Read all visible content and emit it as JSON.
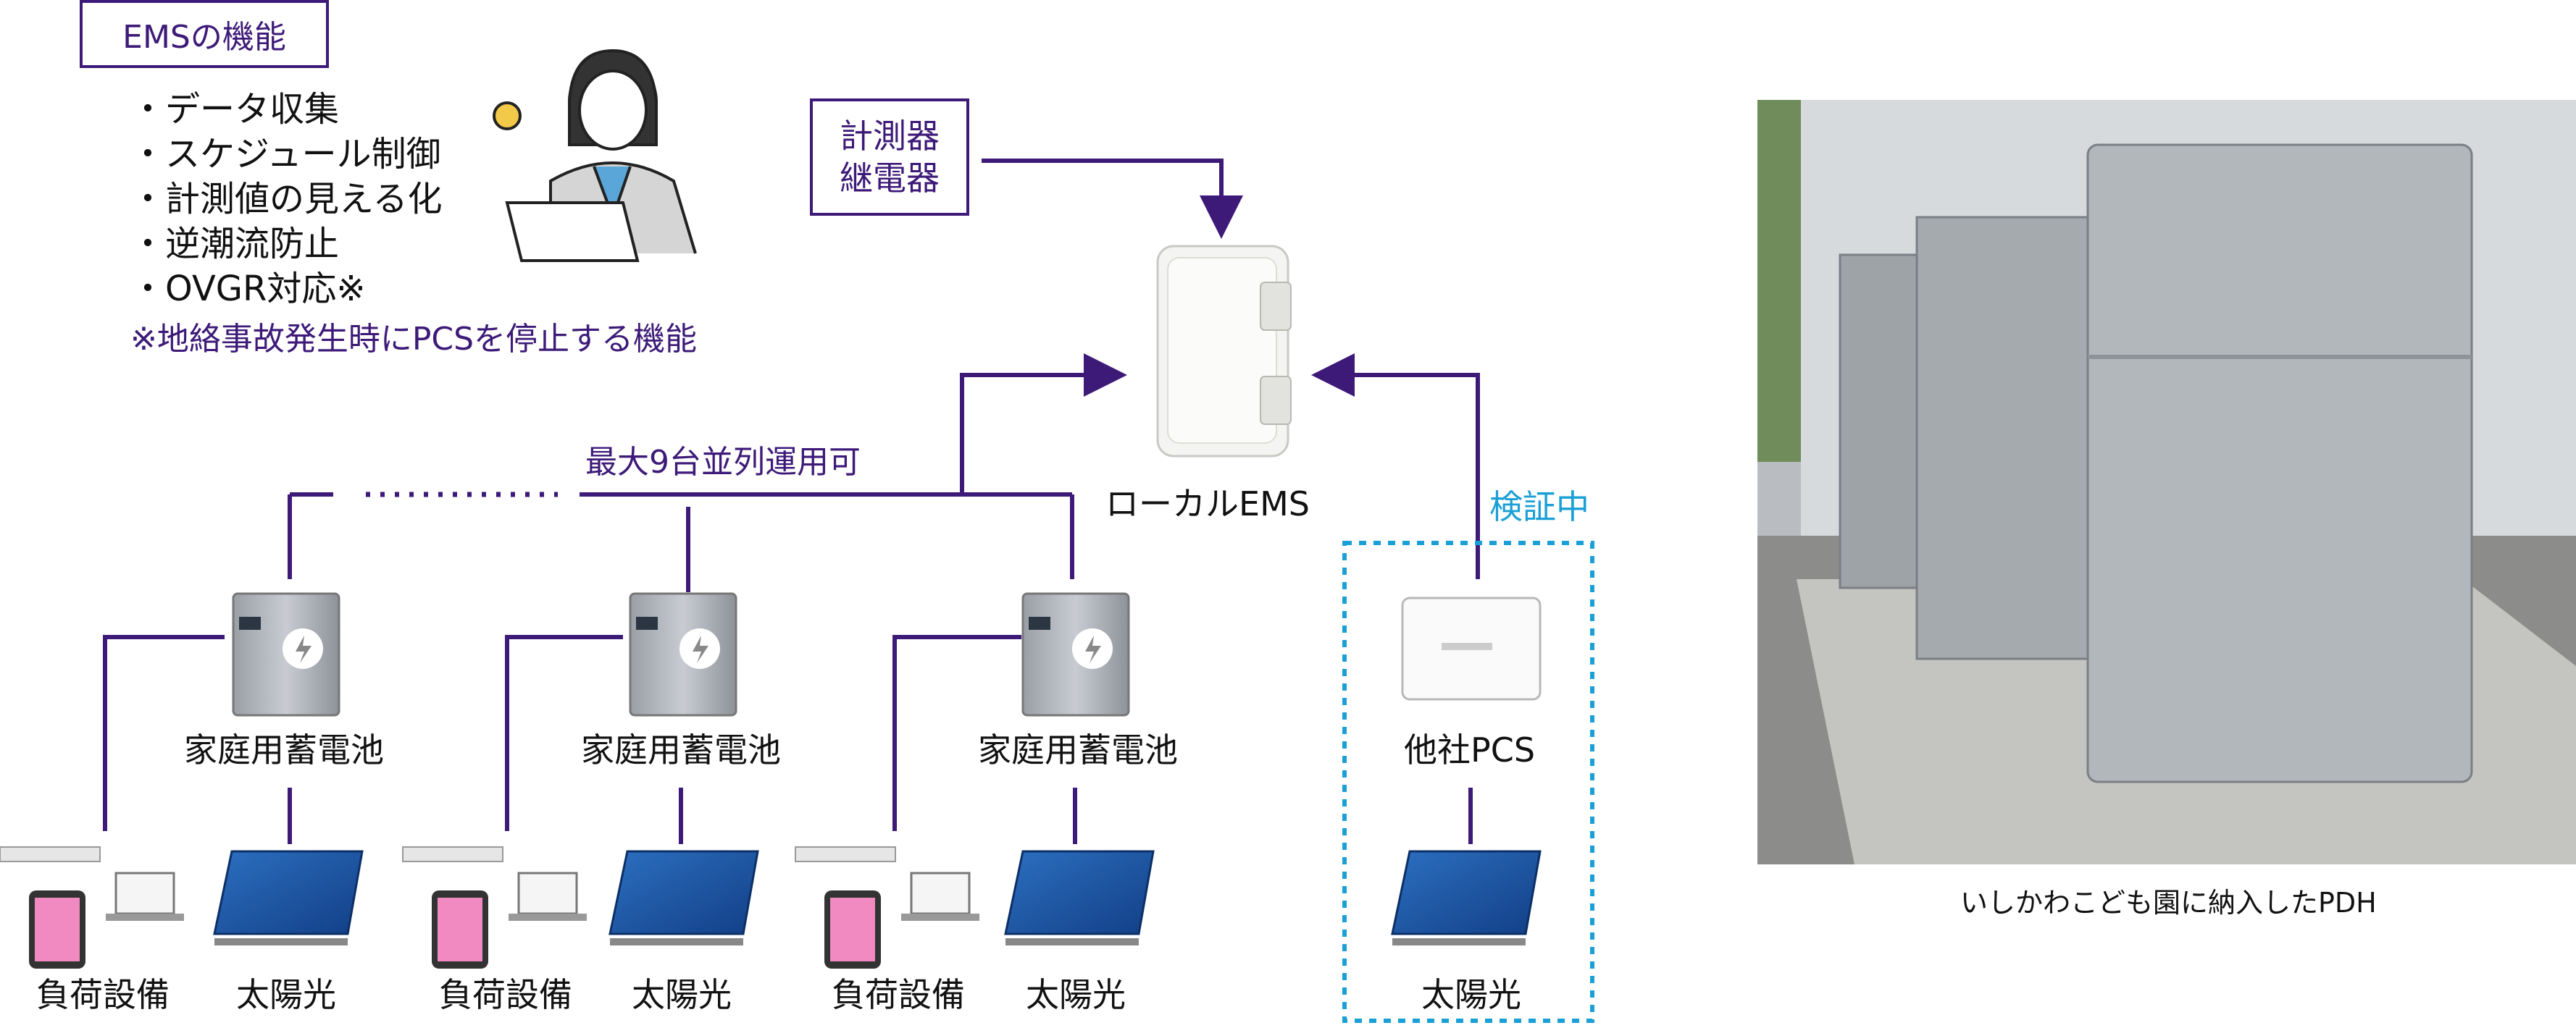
{
  "ems_features": {
    "title": "EMSの機能",
    "items": [
      "・データ収集",
      "・スケジュール制御",
      "・計測値の見える化",
      "・逆潮流防止",
      "・OVGR対応※"
    ],
    "note": "※地絡事故発生時にPCSを停止する機能"
  },
  "meter_box": {
    "line1": "計測器",
    "line2": "継電器"
  },
  "local_ems": "ローカルEMS",
  "parallel_note": "最大9台並列運用可",
  "verification": "検証中",
  "battery_label": "家庭用蓄電池",
  "load_label": "負荷設備",
  "solar_label": "太陽光",
  "other_pcs": "他社PCS",
  "photo_caption": "いしかわこども園に納入したPDH",
  "colors": {
    "line": "#3d1a78",
    "dotted_box": "#1aa0d6"
  }
}
